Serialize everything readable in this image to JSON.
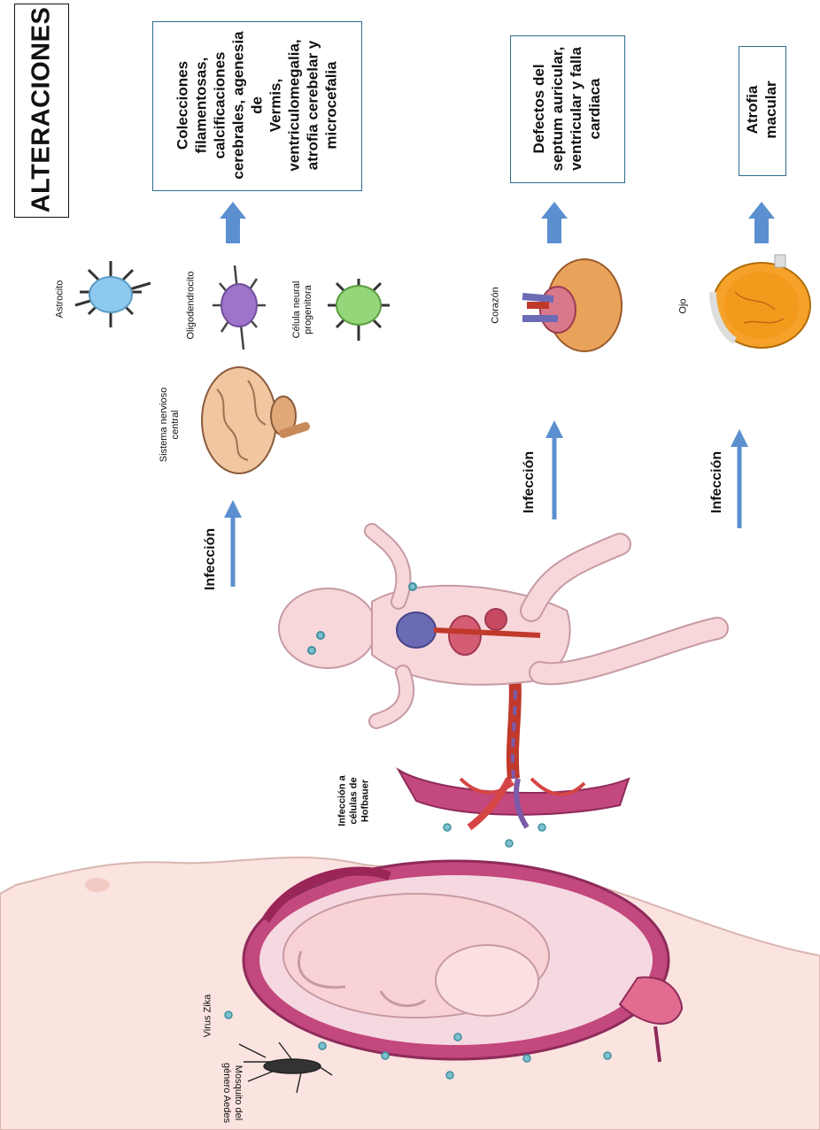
{
  "title": "ALTERACIONES",
  "alterations": {
    "snc": [
      "Colecciones",
      "filamentosas,",
      "calcificaciones",
      "cerebrales, agenesia de",
      "Vermis,",
      "ventriculomegalia,",
      "atrofia cerebelar y",
      "microcefalia"
    ],
    "corazon": [
      "Defectos del",
      "septum auricular,",
      "ventricular y falla",
      "cardiaca"
    ],
    "ojo": "Atrofia macular"
  },
  "cells": {
    "astrocito": "Astrocito",
    "oligodendrocito": "Oligodendrocito",
    "progenitora": [
      "Célula neural",
      "progenitora"
    ]
  },
  "organs": {
    "snc": [
      "Sistema nervioso",
      "central"
    ],
    "corazon": "Corazón",
    "ojo": "Ojo"
  },
  "infection_label": "Infección",
  "hofbauer": [
    "Infección a",
    "células de",
    "Hofbauer"
  ],
  "virus": "Virus Zika",
  "mosquito": [
    "Mosquito del",
    "género Aedes"
  ],
  "colors": {
    "arrow": "#5b8fd0",
    "box_border": "#2f6e8f",
    "skin": "#f6d6d6",
    "uterus": "#c2487e",
    "virus": "#4aa3b5"
  }
}
